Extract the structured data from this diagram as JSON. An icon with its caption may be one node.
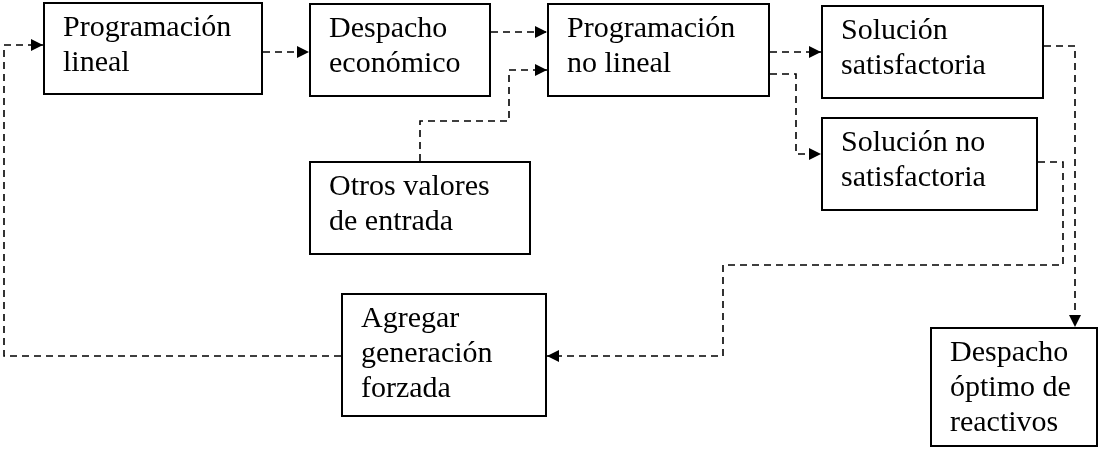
{
  "diagram": {
    "nodes": [
      {
        "text": [
          "Programación lineal"
        ]
      },
      {
        "text": [
          "Despacho económico"
        ]
      },
      {
        "text": [
          "Programación no lineal"
        ]
      },
      {
        "text": [
          "Solución satisfactoria"
        ]
      },
      {
        "text": [
          "Otros valores de entrada"
        ]
      },
      {
        "text": [
          "Solución no satisfactoria"
        ]
      },
      {
        "text": [
          "Agregar generación forzada"
        ]
      },
      {
        "text": [
          "Despacho óptimo de reactivos"
        ]
      }
    ],
    "edges": [
      {
        "from": 0,
        "to": 1,
        "arrow": "to",
        "style": "dashed"
      },
      {
        "from": 1,
        "to": 2,
        "arrow": "to",
        "style": "dashed"
      },
      {
        "from": 4,
        "to": 2,
        "arrow": "to",
        "style": "dashed"
      },
      {
        "from": 2,
        "to": 3,
        "arrow": "to",
        "style": "dashed"
      },
      {
        "from": 2,
        "to": 5,
        "arrow": "to",
        "style": "dashed"
      },
      {
        "from": 3,
        "to": 7,
        "arrow": "to",
        "style": "dashed"
      },
      {
        "from": 5,
        "to": 6,
        "arrow": "to",
        "style": "dashed"
      },
      {
        "from": 6,
        "to": 0,
        "arrow": "to",
        "style": "dashed"
      }
    ]
  }
}
